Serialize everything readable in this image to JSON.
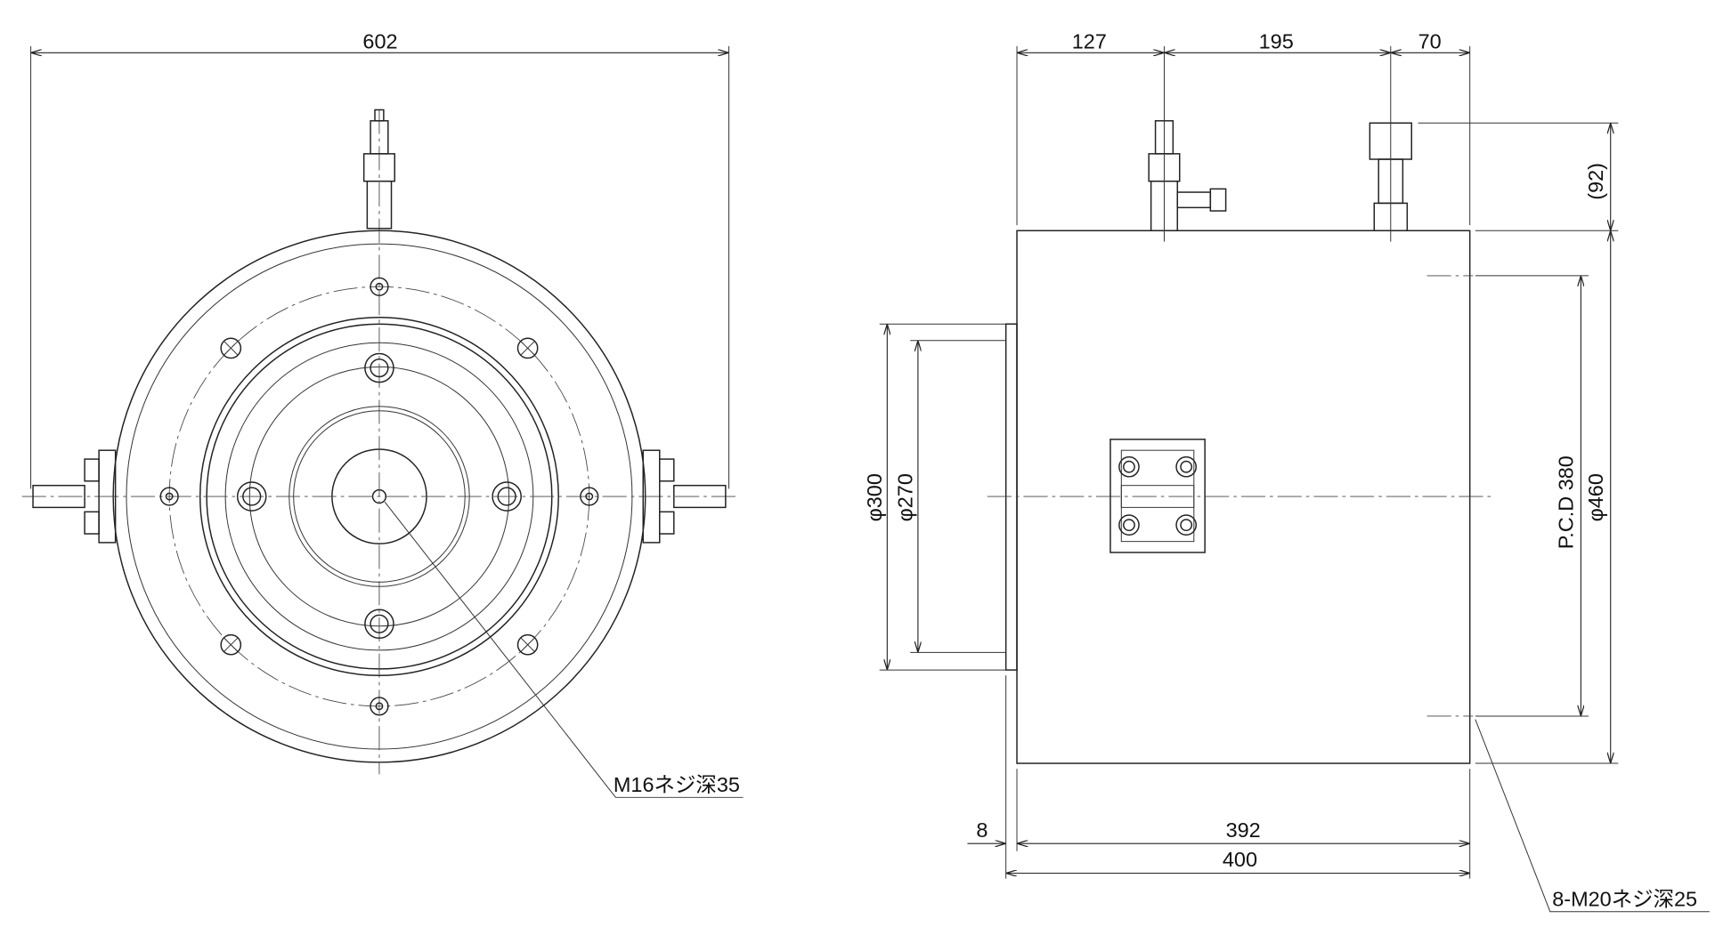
{
  "front_view": {
    "width_dim": "602",
    "thread_note": "M16ネジ深35"
  },
  "side_view": {
    "dim_127": "127",
    "dim_195": "195",
    "dim_70": "70",
    "dim_92": "(92)",
    "dia_300": "φ300",
    "dia_270": "φ270",
    "pcd": "P.C.D 380",
    "dia_460": "φ460",
    "dim_8": "8",
    "dim_392": "392",
    "dim_400": "400",
    "thread_note": "8-M20ネジ深25"
  }
}
